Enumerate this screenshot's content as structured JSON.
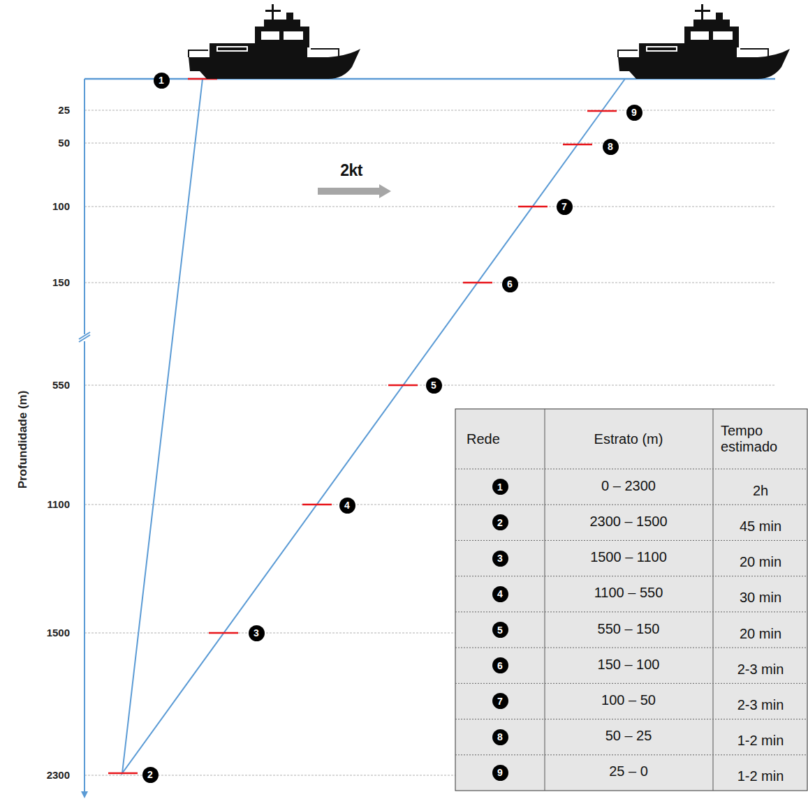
{
  "diagram": {
    "nodes": [
      {
        "text": [
          "1"
        ]
      },
      {
        "text": [
          "2"
        ]
      },
      {
        "text": [
          "3"
        ]
      },
      {
        "text": [
          "4"
        ]
      },
      {
        "text": [
          "5"
        ]
      },
      {
        "text": [
          "6"
        ]
      },
      {
        "text": [
          "7"
        ]
      },
      {
        "text": [
          "8"
        ]
      },
      {
        "text": [
          "9"
        ]
      },
      {
        "text": [
          "1"
        ]
      },
      {
        "text": [
          "2"
        ]
      },
      {
        "text": [
          "3"
        ]
      },
      {
        "text": [
          "4"
        ]
      },
      {
        "text": [
          "5"
        ]
      },
      {
        "text": [
          "6"
        ]
      },
      {
        "text": [
          "7"
        ]
      },
      {
        "text": [
          "8"
        ]
      },
      {
        "text": [
          "9"
        ]
      }
    ],
    "labels": [
      "25",
      "50",
      "100",
      "150",
      "550",
      "1100",
      "1500",
      "2300",
      "Profundidade (m)",
      "2kt",
      "Rede",
      "Estrato (m)",
      "Tempo estimado",
      "0 – 2300",
      "2h",
      "2300 – 1500",
      "45 min",
      "1500 – 1100",
      "20 min",
      "1100 – 550",
      "30 min",
      "550 – 150",
      "20 min",
      "150 – 100",
      "2-3 min",
      "100 – 50",
      "2-3 min",
      "50 – 25",
      "1-2 min",
      "25 – 0",
      "1-2 min"
    ]
  }
}
